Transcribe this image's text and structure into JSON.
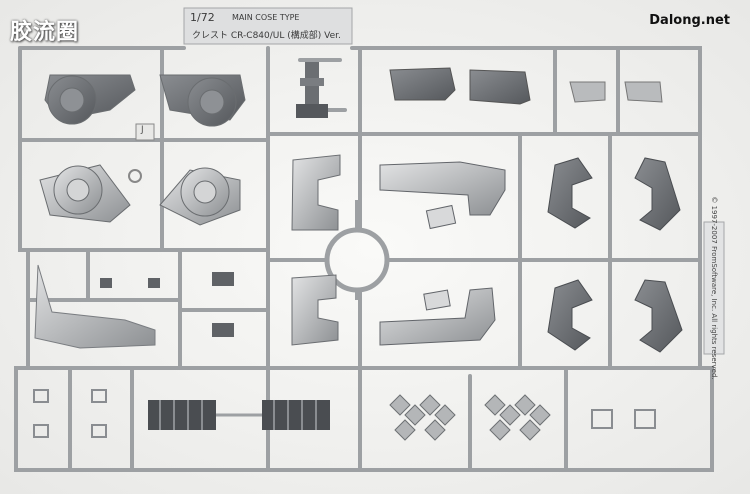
{
  "watermark_left": "胶流圈",
  "watermark_right": "Dalong.net",
  "runner_tag": {
    "scale": "1/72",
    "line1": "MAIN COSE TYPE",
    "line2": "クレスト CR-C840/UL (構成部) Ver."
  },
  "side_tag": "© 1997-2007 FromSoftware, Inc. All rights reserved.",
  "runner_letter": "J",
  "colors": {
    "background": "#f4f4f2",
    "runner_gray": "#9da0a3",
    "part_silver": "#c3c5c7",
    "part_dark": "#6c6f73",
    "vent_block": "#4a4d51"
  }
}
